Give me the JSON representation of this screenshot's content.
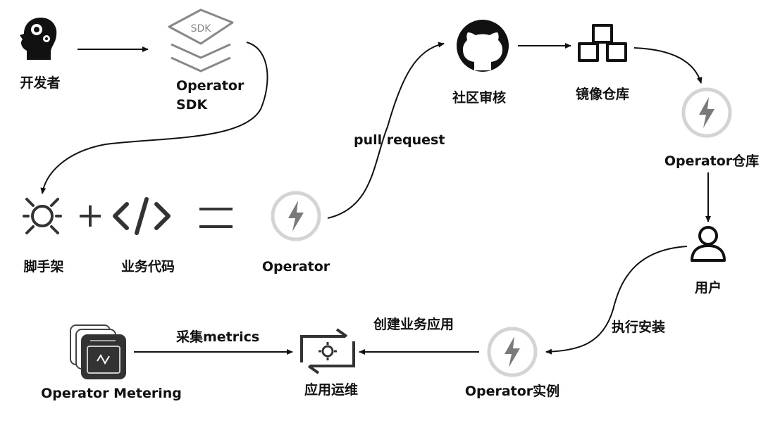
{
  "nodes": {
    "developer": {
      "label": "开发者",
      "icon": "developer-head-gears-icon"
    },
    "sdk": {
      "label_line1": "Operator",
      "label_line2": "SDK",
      "icon_text": "SDK",
      "icon": "sdk-stack-icon"
    },
    "scaffold": {
      "label": "脚手架",
      "icon": "scaffold-icon"
    },
    "plus": "+",
    "code": {
      "label": "业务代码",
      "icon": "code-icon"
    },
    "operator": {
      "label": "Operator",
      "icon": "operator-bolt-icon"
    },
    "review": {
      "label": "社区审核",
      "icon": "github-icon"
    },
    "image_repo": {
      "label": "镜像仓库",
      "icon": "cubes-icon"
    },
    "operator_repo": {
      "label": "Operator仓库",
      "icon": "operator-bolt-icon"
    },
    "user": {
      "label": "用户",
      "icon": "user-icon"
    },
    "operator_instance": {
      "label": "Operator实例",
      "icon": "operator-bolt-icon"
    },
    "app_ops": {
      "label": "应用运维",
      "icon": "gear-cycle-icon"
    },
    "metering": {
      "label": "Operator Metering",
      "icon": "metering-monitor-icon"
    }
  },
  "edges": {
    "pull_request": "pull request",
    "install": "执行安装",
    "create_app": "创建业务应用",
    "collect_metrics": "采集metrics"
  },
  "colors": {
    "ink": "#111111",
    "operator_gray": "#d4d4d4",
    "bolt": "#7a7a7a",
    "icon_dark": "#333333"
  }
}
